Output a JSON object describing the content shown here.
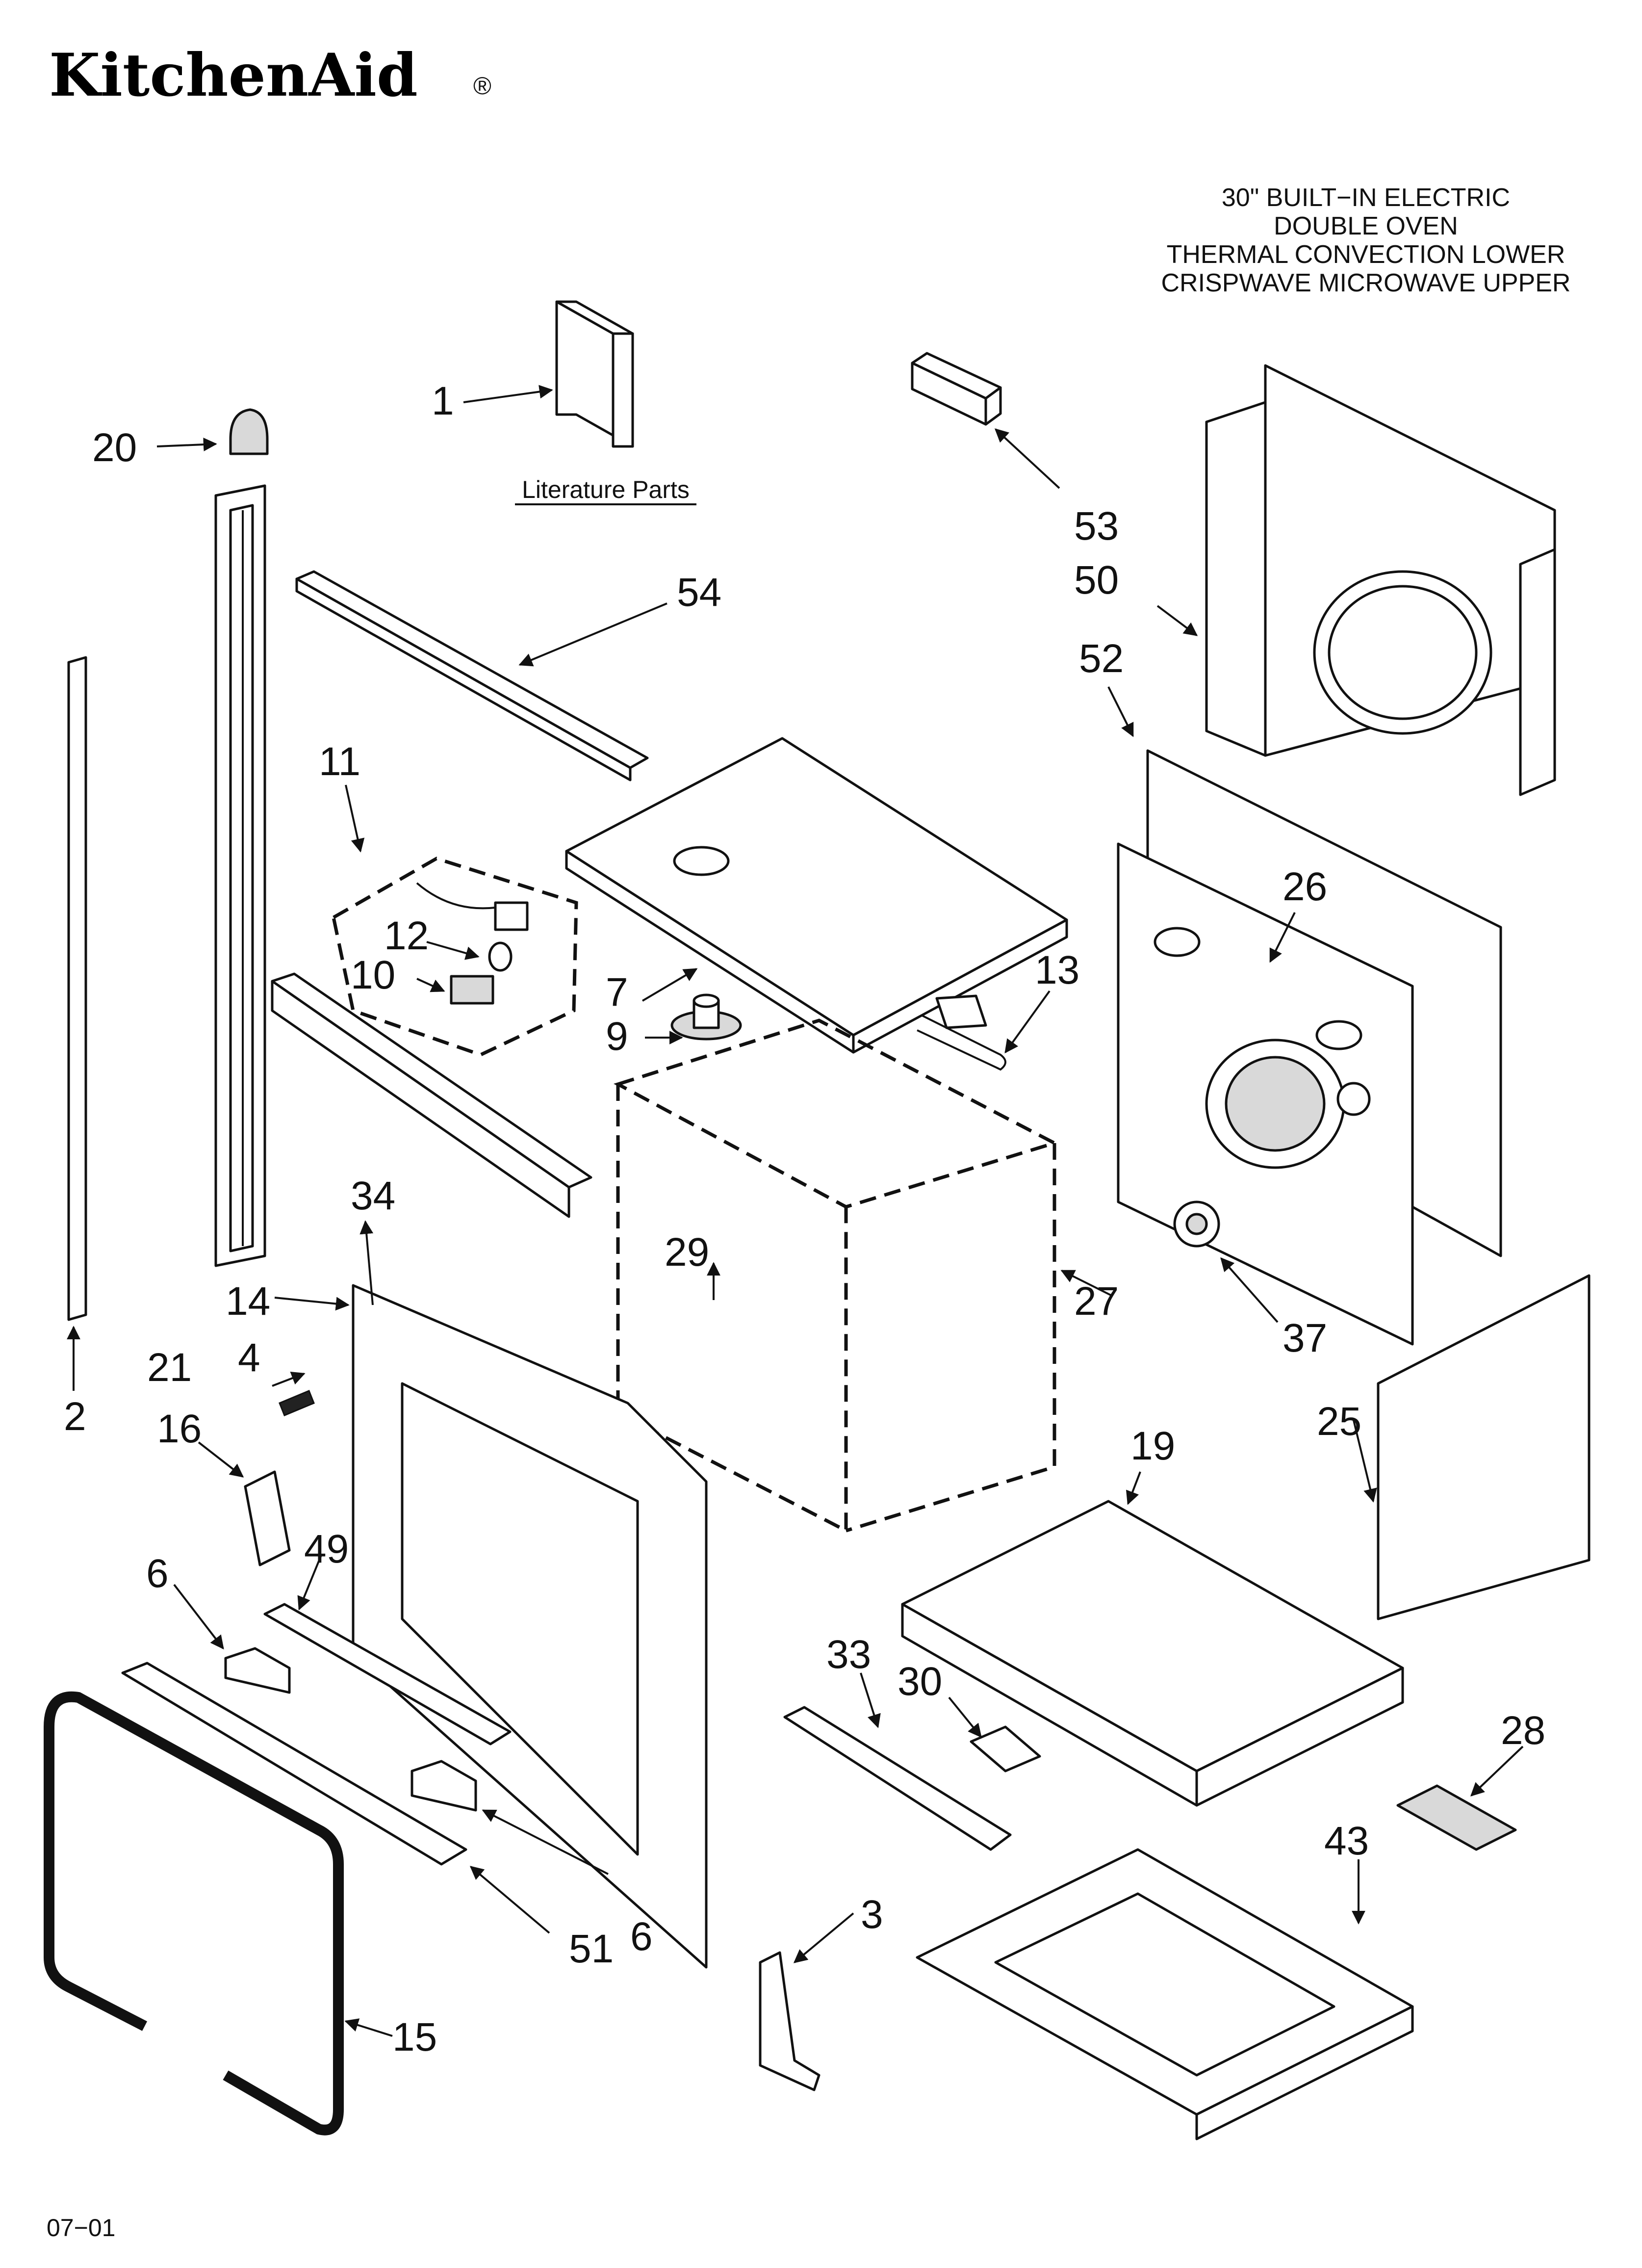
{
  "brand": "KitchenAid",
  "brand_mark": "®",
  "title_lines": [
    "30\" BUILT−IN ELECTRIC",
    "DOUBLE OVEN",
    "THERMAL CONVECTION LOWER",
    "CRISPWAVE MICROWAVE UPPER"
  ],
  "literature_label": "Literature Parts",
  "footer_code": "07−01",
  "callouts": {
    "c1": "1",
    "c2": "2",
    "c3": "3",
    "c4": "4",
    "c6a": "6",
    "c6b": "6",
    "c7": "7",
    "c9": "9",
    "c10": "10",
    "c11": "11",
    "c12": "12",
    "c13": "13",
    "c14": "14",
    "c15": "15",
    "c16": "16",
    "c19": "19",
    "c20": "20",
    "c21": "21",
    "c25": "25",
    "c26": "26",
    "c27": "27",
    "c28": "28",
    "c29": "29",
    "c30": "30",
    "c33": "33",
    "c34": "34",
    "c37": "37",
    "c43": "43",
    "c49": "49",
    "c50": "50",
    "c51": "51",
    "c52": "52",
    "c53": "53",
    "c54": "54"
  }
}
